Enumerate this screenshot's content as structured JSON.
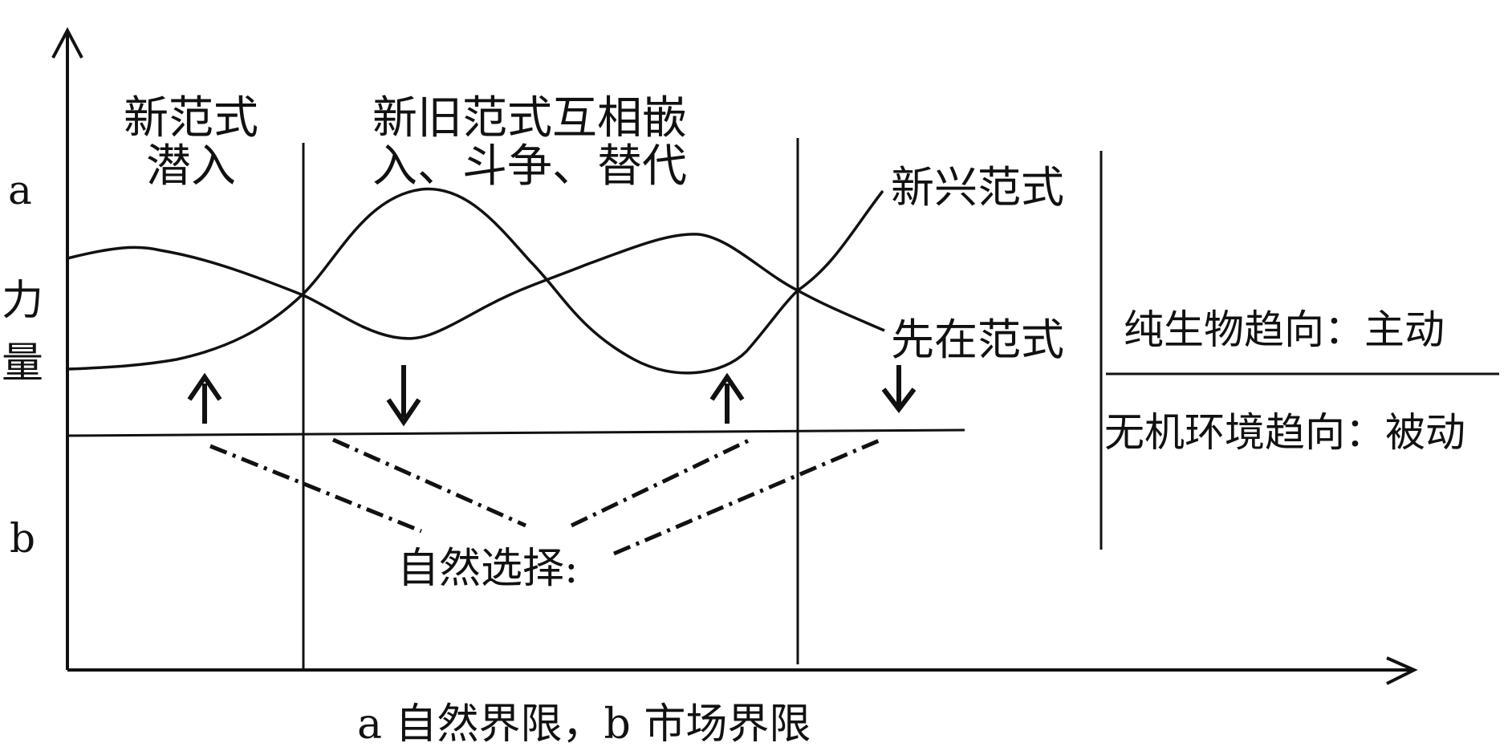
{
  "labels": {
    "phase1_line1": "新范式",
    "phase1_line2": "潜入",
    "phase2_line1": "新旧范式互相嵌",
    "phase2_line2": "入、斗争、替代",
    "curve_new": "新兴范式",
    "curve_existing": "先在范式",
    "axis_a": "a",
    "axis_b": "b",
    "axis_y_1": "力",
    "axis_y_2": "量",
    "natural_selection": "自然选择:",
    "x_axis_caption": "a 自然界限，b 市场界限",
    "right_top": "纯生物趋向：主动",
    "right_bottom": "无机环境趋向：被动"
  },
  "colors": {
    "ink": "#111111",
    "background": "#ffffff"
  }
}
